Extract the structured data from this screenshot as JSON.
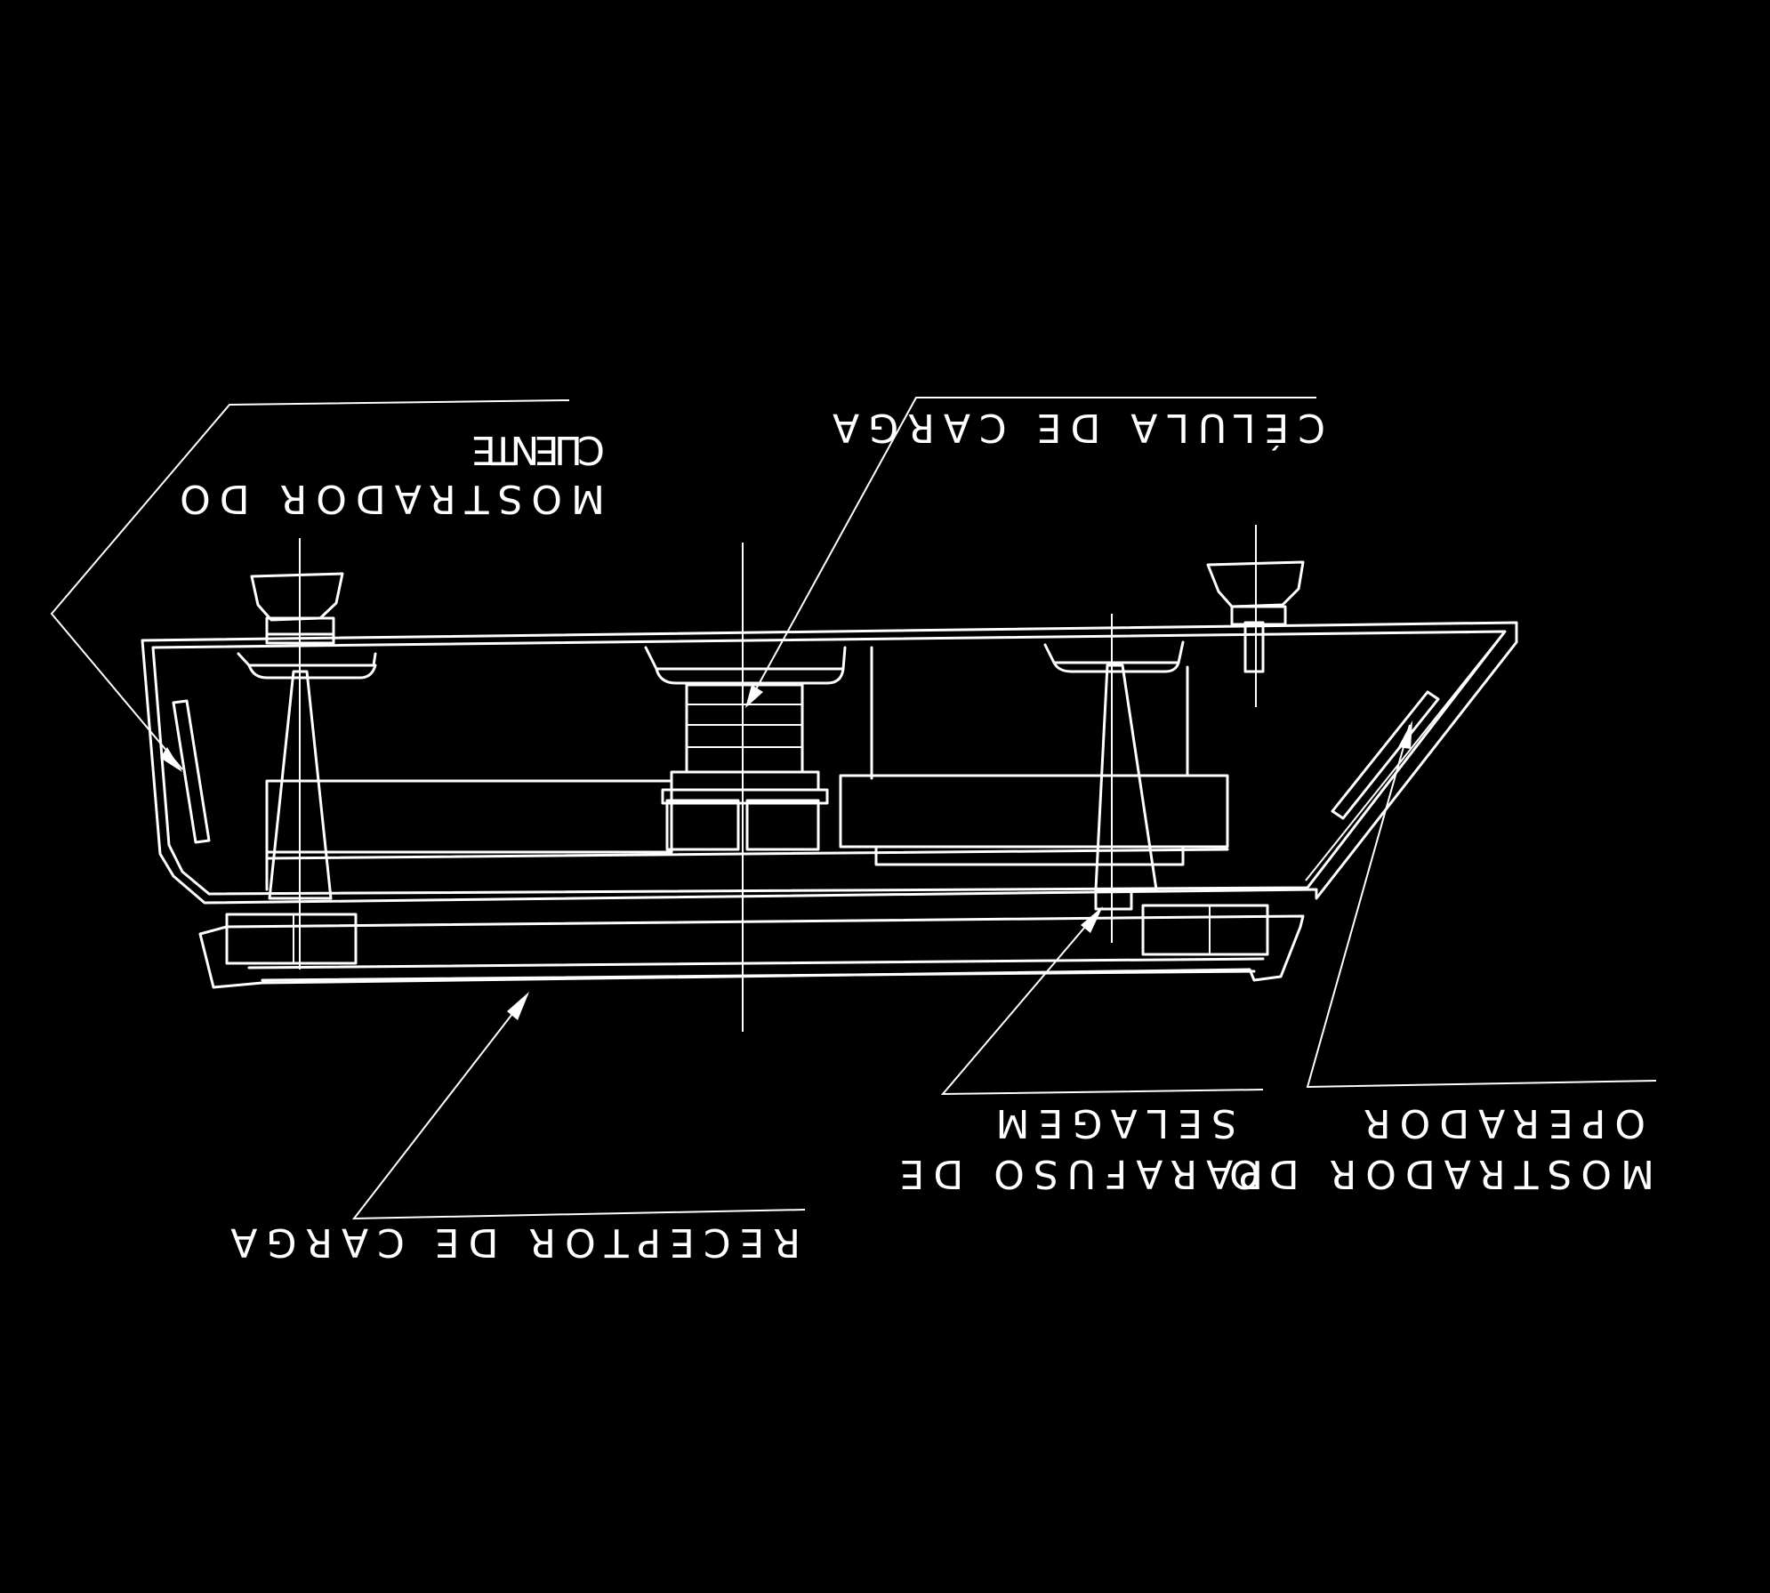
{
  "labels": {
    "customer_display": [
      "MOSTRADOR DO",
      "CLIENTE"
    ],
    "load_cell": [
      "CÉLULA DE CARGA"
    ],
    "load_receptor": [
      "RECEPTOR DE CARGA"
    ],
    "sealing_screw": [
      "PARAFUSO DE",
      "SELAGEM"
    ],
    "operator_display": [
      "MOSTRADOR DO",
      "OPERADOR"
    ]
  },
  "colors": {
    "background": "#000000",
    "lines": "#ffffff"
  }
}
